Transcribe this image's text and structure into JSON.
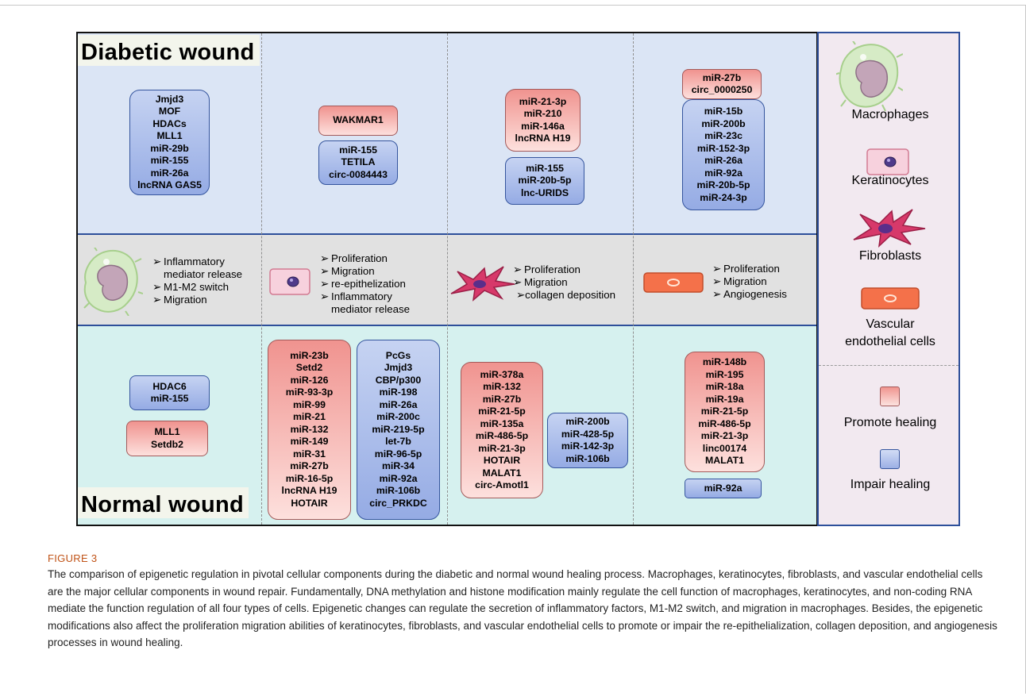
{
  "colors": {
    "promote": "#f0938f",
    "impair": "#9db1e6",
    "diabetic_bg": "#dbe5f5",
    "normal_bg": "#d6f1ef",
    "cells_bg": "#e1e1e1",
    "legend_bg": "#f2e9f0",
    "caption_title": "#c05317"
  },
  "labels": {
    "diabetic": "Diabetic wound",
    "normal": "Normal wound"
  },
  "diabetic": {
    "macro_blue": [
      "Jmjd3",
      "MOF",
      "HDACs",
      "MLL1",
      "miR-29b",
      "miR-155",
      "miR-26a",
      "lncRNA GAS5"
    ],
    "kera_red": [
      "WAKMAR1"
    ],
    "kera_blue": [
      "miR-155",
      "TETILA",
      "circ-0084443"
    ],
    "fibro_red": [
      "miR-21-3p",
      "miR-210",
      "miR-146a",
      "lncRNA H19"
    ],
    "fibro_blue": [
      "miR-155",
      "miR-20b-5p",
      "lnc-URIDS"
    ],
    "vasc_red": [
      "miR-27b",
      "circ_0000250"
    ],
    "vasc_blue": [
      "miR-15b",
      "miR-200b",
      "miR-23c",
      "miR-152-3p",
      "miR-26a",
      "miR-92a",
      "miR-20b-5p",
      "miR-24-3p"
    ]
  },
  "functions": {
    "macrophage": [
      [
        "Inflammatory",
        "mediator release"
      ],
      [
        "M1-M2 switch"
      ],
      [
        "Migration"
      ]
    ],
    "keratinocyte": [
      [
        "Proliferation"
      ],
      [
        "Migration"
      ],
      [
        "re-epithelization"
      ],
      [
        "Inflammatory",
        "mediator release"
      ]
    ],
    "fibroblast": [
      [
        "Proliferation"
      ],
      [
        "Migration"
      ],
      [
        "collagen deposition"
      ]
    ],
    "vascular": [
      [
        "Proliferation"
      ],
      [
        "Migration"
      ],
      [
        "Angiogenesis"
      ]
    ]
  },
  "normal": {
    "macro_blue": [
      "HDAC6",
      "miR-155"
    ],
    "macro_red": [
      "MLL1",
      "Setdb2"
    ],
    "kera_red": [
      "miR-23b",
      "Setd2",
      "miR-126",
      "miR-93-3p",
      "miR-99",
      "miR-21",
      "miR-132",
      "miR-149",
      "miR-31",
      "miR-27b",
      "miR-16-5p",
      "lncRNA H19",
      "HOTAIR"
    ],
    "kera_blue": [
      "PcGs",
      "Jmjd3",
      "CBP/p300",
      "miR-198",
      "miR-26a",
      "miR-200c",
      "miR-219-5p",
      "let-7b",
      "miR-96-5p",
      "miR-34",
      "miR-92a",
      "miR-106b",
      "circ_PRKDC"
    ],
    "fibro_red": [
      "miR-378a",
      "miR-132",
      "miR-27b",
      "miR-21-5p",
      "miR-135a",
      "miR-486-5p",
      "miR-21-3p",
      "HOTAIR",
      "MALAT1",
      "circ-Amotl1"
    ],
    "fibro_blue": [
      "miR-200b",
      "miR-428-5p",
      "miR-142-3p",
      "miR-106b"
    ],
    "vasc_red": [
      "miR-148b",
      "miR-195",
      "miR-18a",
      "miR-19a",
      "miR-21-5p",
      "miR-486-5p",
      "miR-21-3p",
      "linc00174",
      "MALAT1"
    ],
    "vasc_blue": [
      "miR-92a"
    ]
  },
  "legend": {
    "macrophages": "Macrophages",
    "keratinocytes": "Keratinocytes",
    "fibroblasts": "Fibroblasts",
    "vascular_line1": "Vascular",
    "vascular_line2": "endothelial cells",
    "promote": "Promote healing",
    "impair": "Impair healing"
  },
  "caption": {
    "title": "FIGURE 3",
    "text": "The comparison of epigenetic regulation in pivotal cellular components during the diabetic and normal wound healing process. Macrophages, keratinocytes, fibroblasts, and vascular endothelial cells are the major cellular components in wound repair. Fundamentally, DNA methylation and histone modification mainly regulate the cell function of macrophages, keratinocytes, and non-coding RNA mediate the function regulation of all four types of cells. Epigenetic changes can regulate the secretion of inflammatory factors, M1-M2 switch, and migration in macrophages. Besides, the epigenetic modifications also affect the proliferation migration abilities of keratinocytes, fibroblasts, and vascular endothelial cells to promote or impair the re-epithelialization, collagen deposition, and angiogenesis processes in wound healing."
  }
}
